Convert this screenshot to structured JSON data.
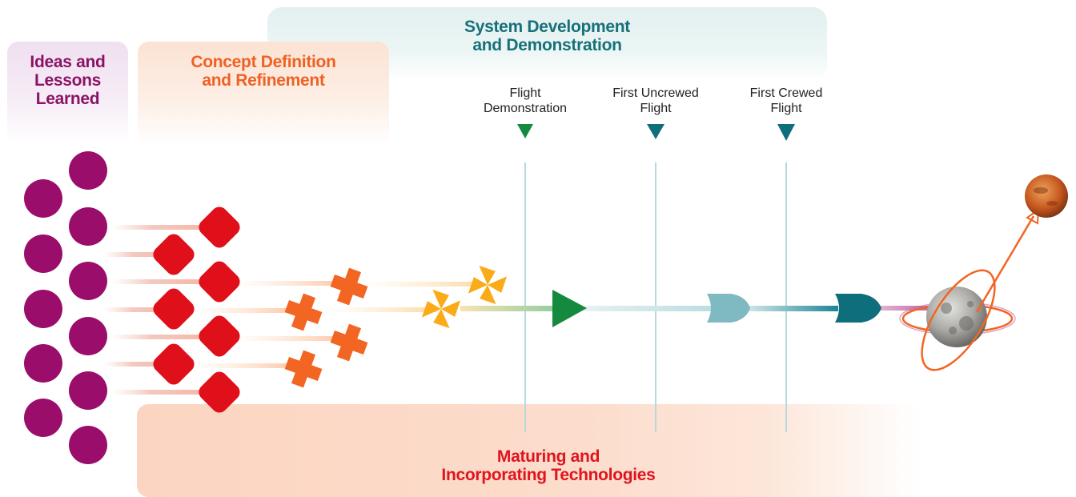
{
  "phases": {
    "ideas": {
      "line1": "Ideas and",
      "line2": "Lessons",
      "line3": "Learned"
    },
    "concept": {
      "line1": "Concept Definition",
      "line2": "and Refinement"
    },
    "system": {
      "line1": "System Development",
      "line2": "and Demonstration"
    },
    "maturing": {
      "line1": "Maturing and",
      "line2": "Incorporating Technologies"
    }
  },
  "milestones": [
    {
      "line1": "Flight",
      "line2": "Demonstration"
    },
    {
      "line1": "First Uncrewed",
      "line2": "Flight"
    },
    {
      "line1": "First Crewed",
      "line2": "Flight"
    }
  ],
  "colors": {
    "ideas": "#9a0d6b",
    "concept_squares": "#e0101b",
    "crosses": "#f26522",
    "pinwheels": "#fbab18",
    "flight_demo": "#138a3d",
    "uncrewed": "#7fb9c1",
    "crewed": "#0f6e7c",
    "maturing_text": "#e0141e",
    "system_text": "#17707a"
  },
  "icons": [
    "moon-icon",
    "mars-icon",
    "orbit-icon"
  ]
}
